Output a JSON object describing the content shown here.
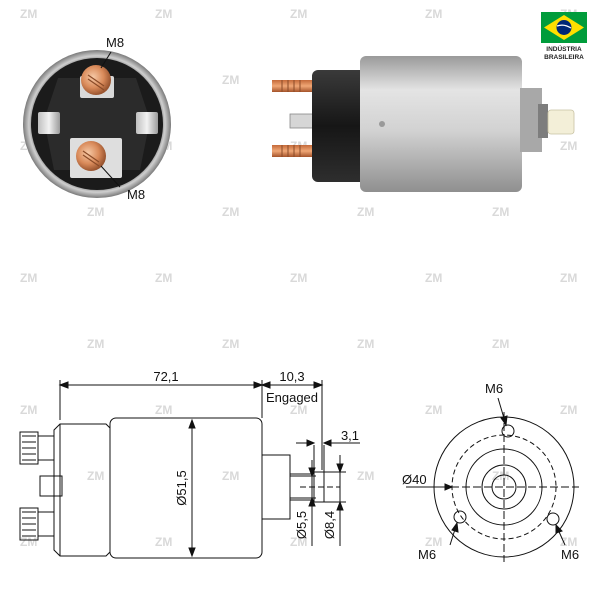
{
  "product_photo": {
    "front_view": {
      "top_terminal_label": "M8",
      "bottom_terminal_label": "M8"
    },
    "side_view": {}
  },
  "brand_badge": {
    "line1": "INDÚSTRIA",
    "line2": "BRASILEIRA",
    "flag_colors": {
      "green": "#009c3b",
      "yellow": "#ffdf00",
      "blue": "#002776"
    }
  },
  "watermark": {
    "text": "ZM"
  },
  "technical_drawing": {
    "side": {
      "body_length": "72,1",
      "engaged_travel": "10,3",
      "engaged_label": "Engaged",
      "plunger_offset": "3,1",
      "body_diameter": "Ø51,5",
      "plunger_diameter_small": "Ø5,5",
      "plunger_diameter_large": "Ø8,4"
    },
    "end": {
      "hole_top": "M6",
      "hole_left": "M6",
      "hole_right": "M6",
      "bolt_circle": "Ø40"
    }
  }
}
